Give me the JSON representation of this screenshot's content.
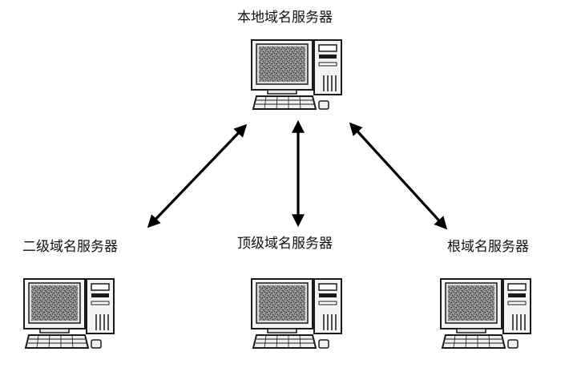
{
  "diagram": {
    "nodes": [
      {
        "id": "local",
        "label": "本地域名服务器",
        "icon": "computer-icon"
      },
      {
        "id": "second",
        "label": "二级域名服务器",
        "icon": "computer-icon"
      },
      {
        "id": "top",
        "label": "顶级域名服务器",
        "icon": "computer-icon"
      },
      {
        "id": "root",
        "label": "根域名服务器",
        "icon": "computer-icon"
      }
    ],
    "edges": [
      {
        "from": "local",
        "to": "second",
        "type": "bidirectional"
      },
      {
        "from": "local",
        "to": "top",
        "type": "bidirectional"
      },
      {
        "from": "local",
        "to": "root",
        "type": "bidirectional"
      }
    ],
    "colors": {
      "line": "#000000",
      "screen": "#7a7a7a",
      "outline": "#1a1a1a"
    }
  }
}
